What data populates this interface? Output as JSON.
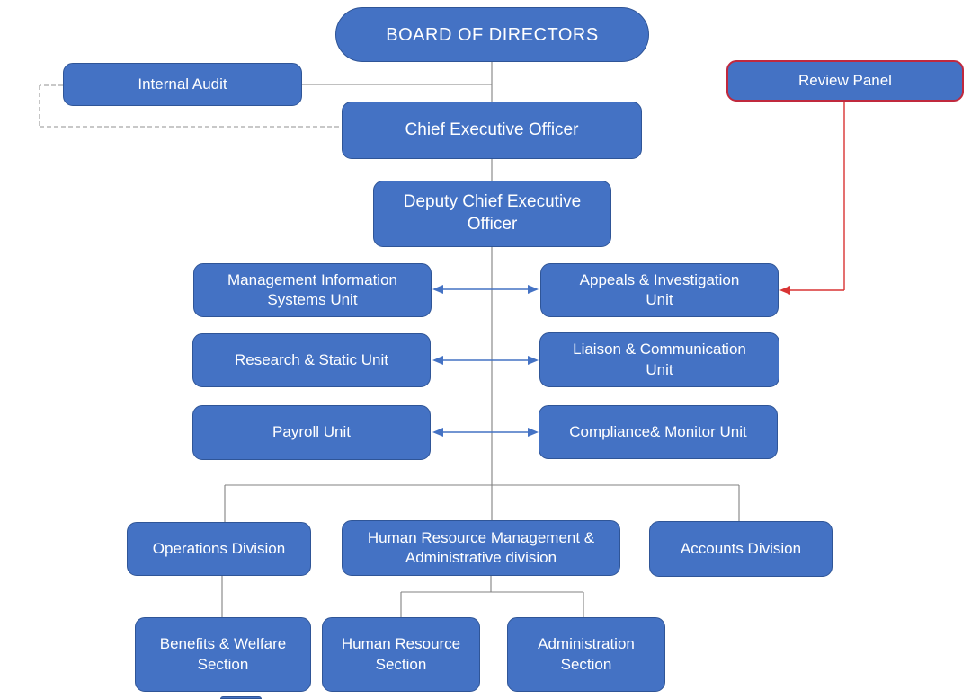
{
  "diagram": {
    "type": "org-chart",
    "colors": {
      "node_fill": "#4472C4",
      "node_border": "#2F5597",
      "text_color": "#FFFFFF",
      "connector_gray": "#808080",
      "dashed_gray": "#A6A6A6",
      "arrow_blue": "#4472C4",
      "review_red": "#C0293E",
      "red_line": "#D93434"
    },
    "nodes": {
      "board": {
        "label": "BOARD OF DIRECTORS"
      },
      "internal_audit": {
        "label": "Internal Audit"
      },
      "review_panel": {
        "label": "Review Panel"
      },
      "ceo": {
        "label": "Chief Executive Officer"
      },
      "deputy_ceo": {
        "label": "Deputy Chief Executive\nOfficer"
      },
      "mis_unit": {
        "label": "Management Information\nSystems Unit"
      },
      "appeals_unit": {
        "label": "Appeals & Investigation\nUnit"
      },
      "research_unit": {
        "label": "Research & Static Unit"
      },
      "liaison_unit": {
        "label": "Liaison & Communication\nUnit"
      },
      "payroll_unit": {
        "label": "Payroll Unit"
      },
      "compliance_unit": {
        "label": "Compliance& Monitor Unit"
      },
      "operations_division": {
        "label": "Operations Division"
      },
      "hrm_division": {
        "label": "Human Resource Management &\nAdministrative division"
      },
      "accounts_division": {
        "label": "Accounts Division"
      },
      "benefits_section": {
        "label": "Benefits & Welfare\nSection"
      },
      "hr_section": {
        "label": "Human Resource\nSection"
      },
      "admin_section": {
        "label": "Administration\nSection"
      }
    },
    "edges": [
      "board->ceo",
      "ceo->deputy_ceo",
      "deputy_ceo->divisions-branch",
      "internal_audit--trunk (solid)",
      "internal_audit--ceo (dashed)",
      "review_panel->appeals_unit (red arrow)",
      "mis_unit<->appeals_unit",
      "research_unit<->liaison_unit",
      "payroll_unit<->compliance_unit",
      "branch->operations_division",
      "branch->hrm_division",
      "branch->accounts_division",
      "operations_division->benefits_section",
      "hrm_division->hr_section",
      "hrm_division->admin_section"
    ]
  }
}
